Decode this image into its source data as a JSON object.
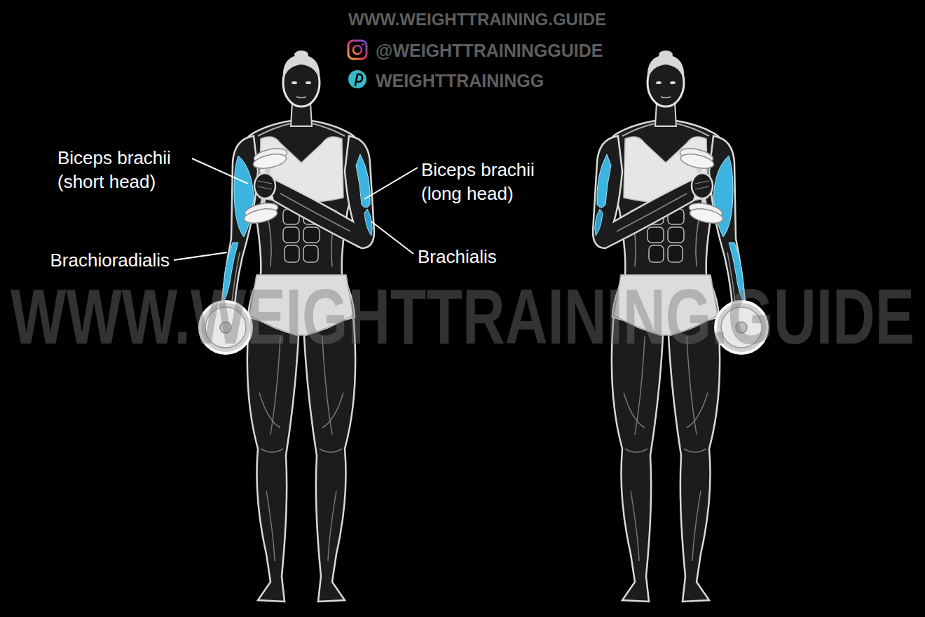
{
  "diagram": {
    "labels": [
      "WWW.WEIGHTTRAINING.GUIDE",
      "@WEIGHTTRAININGGUIDE",
      "WEIGHTTRAININGG",
      "Biceps brachii (short head)",
      "Biceps brachii (long head)",
      "Brachioradialis",
      "Brachialis",
      "WWW.WEIGHTTRAINING.GUIDE"
    ]
  }
}
